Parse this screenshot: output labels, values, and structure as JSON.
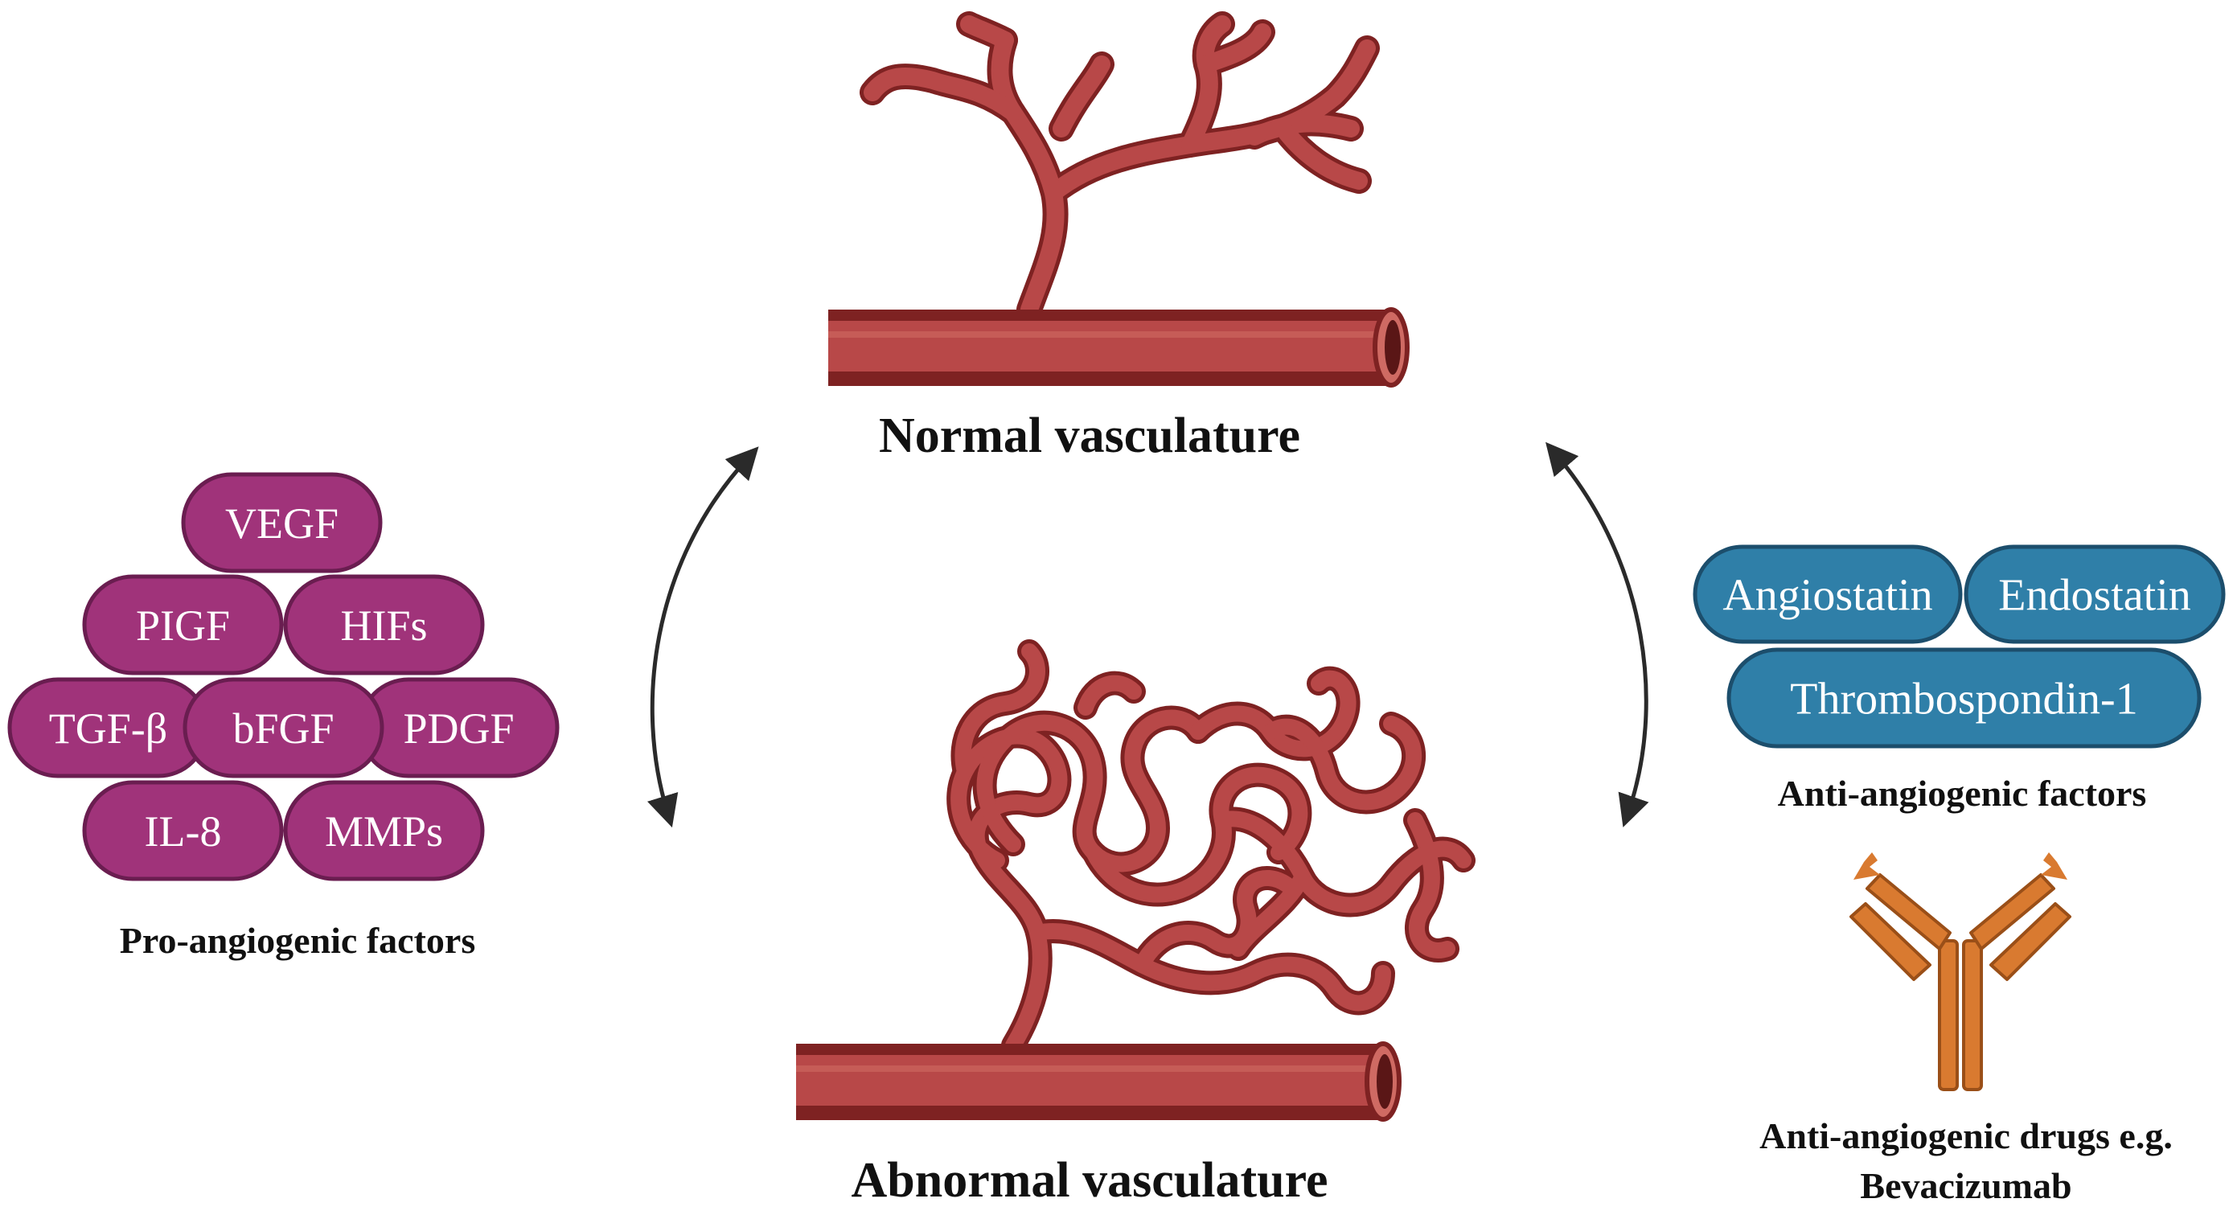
{
  "normal_vasculature": {
    "label": "Normal vasculature"
  },
  "abnormal_vasculature": {
    "label": "Abnormal vasculature"
  },
  "pro_angiogenic": {
    "caption": "Pro-angiogenic factors",
    "factors": [
      "VEGF",
      "PIGF",
      "HIFs",
      "TGF-β",
      "bFGF",
      "PDGF",
      "IL-8",
      "MMPs"
    ]
  },
  "anti_angiogenic": {
    "caption": "Anti-angiogenic factors",
    "factors": [
      "Angiostatin",
      "Endostatin",
      "Thrombospondin-1"
    ]
  },
  "drugs": {
    "caption_line1": "Anti-angiogenic drugs e.g.",
    "caption_line2": "Bevacizumab"
  },
  "colors": {
    "vessel": "#b84848",
    "vessel_dark": "#7e2222",
    "vessel_light": "#cf6a63",
    "pro_pill": "#a0337a",
    "pro_pill_border": "#6a1d50",
    "anti_pill": "#2f7fa8",
    "anti_pill_border": "#1c4e6c",
    "antibody": "#d97a30",
    "arrow": "#2a2a2a"
  }
}
